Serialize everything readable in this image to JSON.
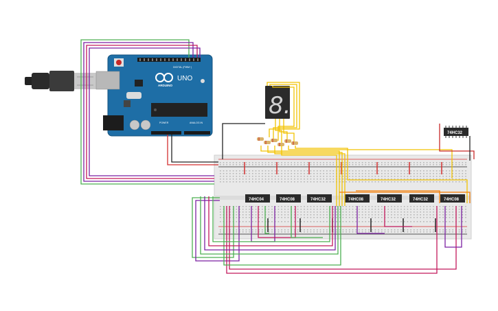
{
  "arduino": {
    "brand": "ARDUINO",
    "model": "UNO",
    "header_digital": "DIGITAL (PWM~)",
    "header_power": "POWER",
    "header_analog": "ANALOG IN",
    "logo": "infinity-logo"
  },
  "display": {
    "digit": "8.",
    "segment_color": "#d0d0d0",
    "body_color": "#2b2b2b"
  },
  "chips": [
    {
      "label": "74HC04"
    },
    {
      "label": "74HC08"
    },
    {
      "label": "74HC32"
    },
    {
      "label": "74HC08"
    },
    {
      "label": "74HC32"
    },
    {
      "label": "74HC32"
    },
    {
      "label": "74HC08"
    }
  ],
  "top_chip": {
    "label": "74HC32"
  },
  "colors": {
    "arduino_blue": "#1e6ea6",
    "breadboard": "#e9e9e9",
    "rail_red": "#d32f2f",
    "rail_black": "#222222",
    "wire_green": "#4caf50",
    "wire_purple": "#7b1fa2",
    "wire_magenta": "#c2185b",
    "wire_yellow": "#f2c200",
    "wire_orange": "#f57c00",
    "wire_red": "#d32f2f",
    "wire_black": "#222222",
    "chip_body": "#2a2a2a"
  }
}
